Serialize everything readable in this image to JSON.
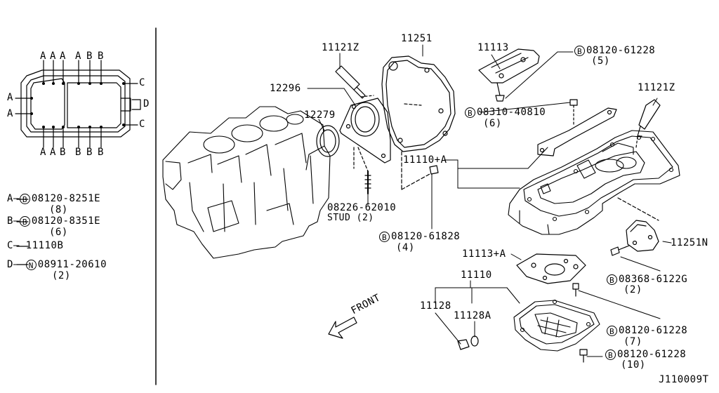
{
  "left_panel": {
    "gasket_letters": {
      "top": [
        "A",
        "A",
        "A",
        "A",
        "B",
        "B"
      ],
      "bottom": [
        "A",
        "A",
        "B",
        "B",
        "B",
        "B"
      ],
      "left": [
        "A",
        "A"
      ],
      "right": [
        "C",
        "D",
        "C"
      ]
    },
    "legend": [
      {
        "key": "A",
        "circle": "B",
        "part": "08120-8251E",
        "qty": "(8)"
      },
      {
        "key": "B",
        "circle": "B",
        "part": "08120-8351E",
        "qty": "(6)"
      },
      {
        "key": "C",
        "circle": "",
        "part": "11110B",
        "qty": ""
      },
      {
        "key": "D",
        "circle": "N",
        "part": "08911-20610",
        "qty": "(2)"
      }
    ]
  },
  "callouts": {
    "p11121z_top": "11121Z",
    "p11251": "11251",
    "p11113": "11113",
    "p12296": "12296",
    "p12279": "12279",
    "p11121z_right": "11121Z",
    "p11110a": "11110+A",
    "p11251n": "11251N",
    "p11113a": "11113+A",
    "p11110": "11110",
    "p11128": "11128",
    "p11128a": "11128A",
    "stud_part": "08226-62010",
    "stud_label": "STUD (2)",
    "b1_part": "08120-61228",
    "b1_qty": "(5)",
    "b2_part": "08310-40810",
    "b2_qty": "(6)",
    "b3_part": "08120-61828",
    "b3_qty": "(4)",
    "b4_part": "08368-6122G",
    "b4_qty": "(2)",
    "b5_part": "08120-61228",
    "b5_qty": "(7)",
    "b6_part": "08120-61228",
    "b6_qty": "(10)",
    "circle_b": "B",
    "front": "FRONT",
    "diagram_id": "J110009T"
  }
}
